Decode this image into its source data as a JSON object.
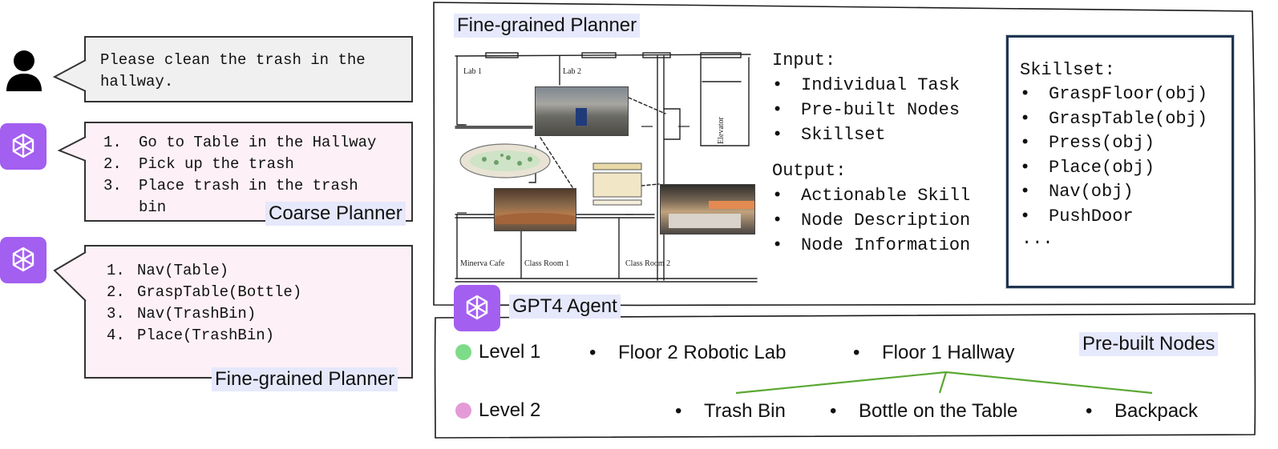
{
  "colors": {
    "gpt_purple": "#a35ff0",
    "tag_bg": "#e6e8fb",
    "level1_dot": "#7ddc8a",
    "level2_dot": "#e49ad6",
    "tree_line": "#5aa832",
    "bubble_grey": "#f0f0f0",
    "bubble_pink": "#fdf0f6"
  },
  "icons": {
    "user": "user-silhouette-icon",
    "gpt": "openai-logo-icon"
  },
  "user_message": "Please clean the trash in the\nhallway.",
  "coarse_planner": {
    "tag": "Coarse Planner",
    "steps": [
      {
        "num": "1.",
        "text": "Go to Table in the Hallway"
      },
      {
        "num": "2.",
        "text": "Pick up the trash"
      },
      {
        "num": "3.",
        "text": "Place trash in the trash bin"
      }
    ]
  },
  "fine_planner_output": {
    "tag": "Fine-grained Planner",
    "steps": [
      {
        "num": "1.",
        "text": "Nav(Table)"
      },
      {
        "num": "2.",
        "text": "GraspTable(Bottle)"
      },
      {
        "num": "3.",
        "text": "Nav(TrashBin)"
      },
      {
        "num": "4.",
        "text": "Place(TrashBin)"
      }
    ]
  },
  "fine_planner_panel": {
    "title": "Fine-grained Planner",
    "map_labels": {
      "lab1": "Lab 1",
      "lab2": "Lab 2",
      "elevator": "Elevator",
      "cafe": "Minerva Cafe",
      "class1": "Class Room 1",
      "class2": "Class Room 2"
    },
    "input_heading": "Input:",
    "inputs": [
      "Individual Task",
      "Pre-built Nodes",
      "Skillset"
    ],
    "output_heading": "Output:",
    "outputs": [
      "Actionable Skill",
      "Node Description",
      "Node Information"
    ],
    "skillset_heading": "Skillset:",
    "skills": [
      "GraspFloor(obj)",
      "GraspTable(obj)",
      "Press(obj)",
      "Place(obj)",
      "Nav(obj)",
      "PushDoor"
    ],
    "skills_more": "...",
    "bullet": "•"
  },
  "gpt_agent_label": "GPT4 Agent",
  "prebuilt_nodes": {
    "tag": "Pre-built Nodes",
    "level1_label": "Level 1",
    "level2_label": "Level 2",
    "level1_nodes": [
      "Floor 2 Robotic Lab",
      "Floor 1 Hallway"
    ],
    "level2_nodes": [
      "Trash Bin",
      "Bottle on the Table",
      "Backpack"
    ]
  }
}
